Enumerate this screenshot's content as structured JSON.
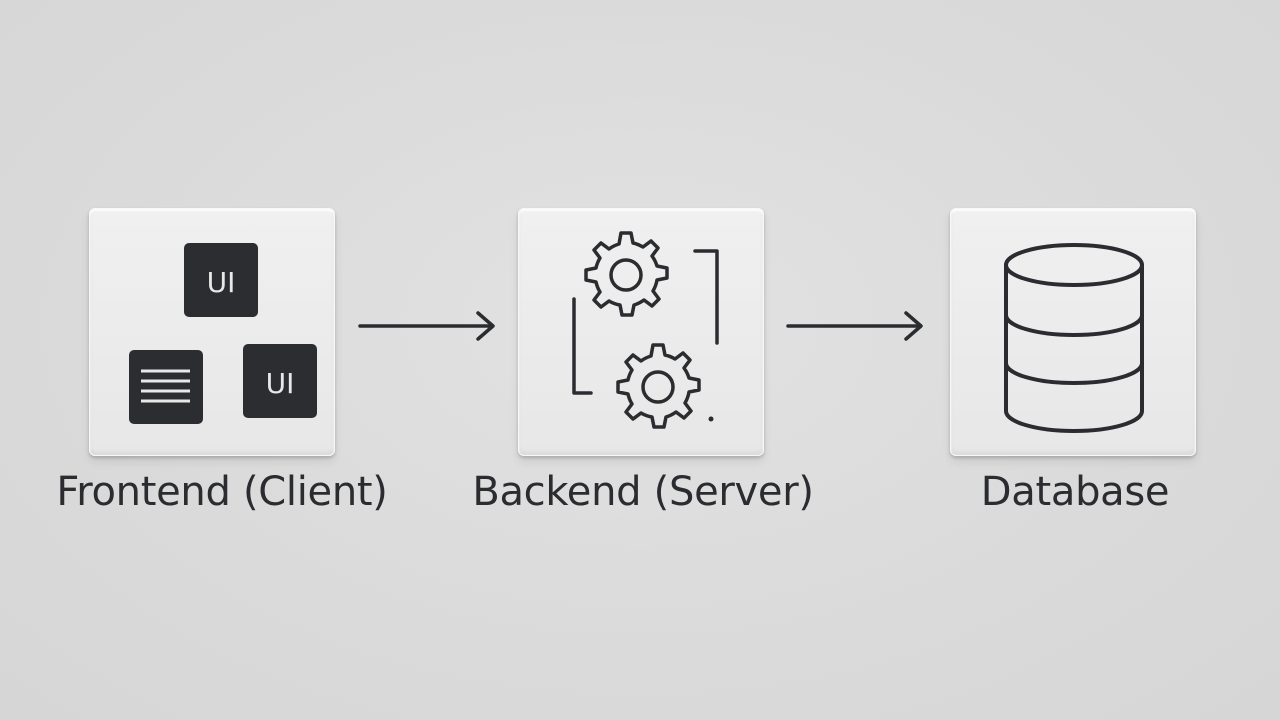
{
  "nodes": [
    {
      "id": "frontend",
      "label": "Frontend (Client)",
      "icon": "ui-components-icon",
      "badges": [
        "UI",
        "UI"
      ]
    },
    {
      "id": "backend",
      "label": "Backend (Server)",
      "icon": "gears-icon"
    },
    {
      "id": "database",
      "label": "Database",
      "icon": "database-icon"
    }
  ],
  "edges": [
    {
      "from": "frontend",
      "to": "backend"
    },
    {
      "from": "backend",
      "to": "database"
    }
  ],
  "colors": {
    "background": "#dcdcdc",
    "card": "#ececec",
    "ink": "#2a2c30"
  }
}
